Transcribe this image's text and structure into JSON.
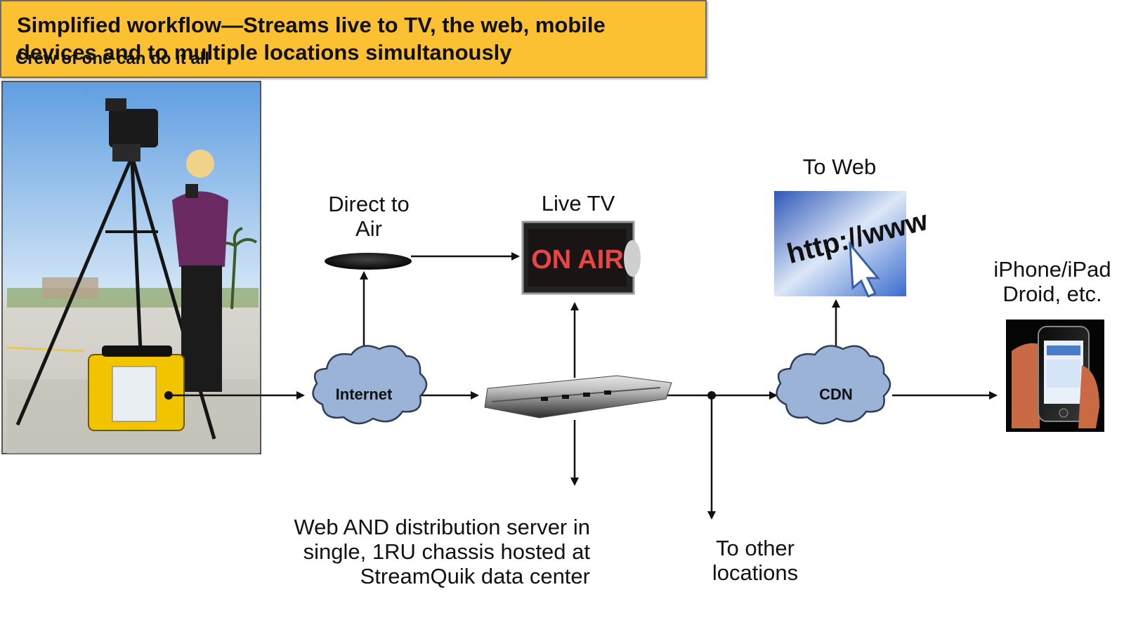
{
  "crew_caption": "Crew of one can do it all",
  "banner": {
    "line1": "Simplified workflow—Streams live to TV, the web, mobile",
    "line2": "devices and to multiple locations simultanously",
    "color": "#fbc132"
  },
  "nodes": {
    "direct_to_air": {
      "line1": "Direct to",
      "line2": "Air"
    },
    "live_tv": {
      "label": "Live TV",
      "sign_text": "ON AIR"
    },
    "to_web": {
      "label": "To Web",
      "url_text": "http://www"
    },
    "mobile": {
      "line1": "iPhone/iPad",
      "line2": "Droid, etc."
    },
    "internet": {
      "label": "Internet"
    },
    "cdn": {
      "label": "CDN"
    },
    "server": {
      "line1": "Web AND distribution server in",
      "line2": "single, 1RU chassis hosted at",
      "line3": "StreamQuik data center"
    },
    "other_locations": {
      "line1": "To other",
      "line2": "locations"
    }
  },
  "colors": {
    "cloud_fill": "#9bb3d6",
    "cloud_stroke": "#2f3e55",
    "arrow": "#111111"
  }
}
